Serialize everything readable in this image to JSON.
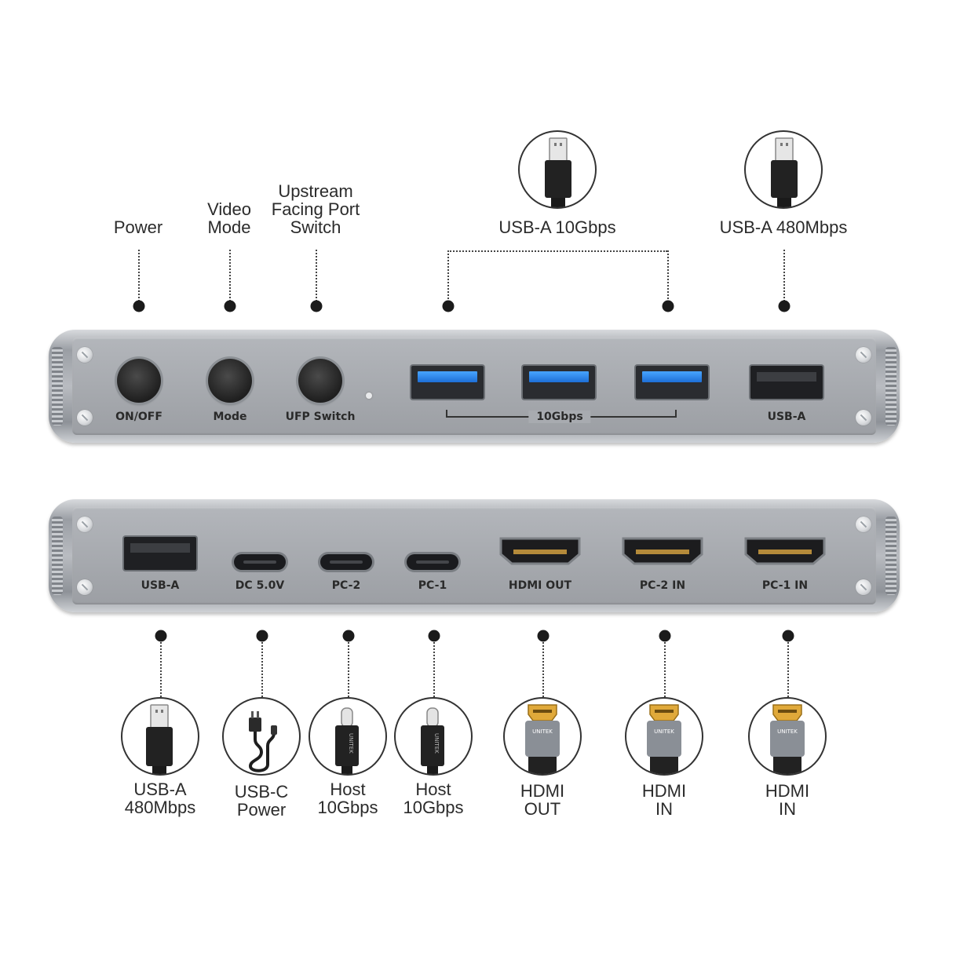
{
  "top_callouts": {
    "power": "Power",
    "video_mode": [
      "Video",
      "Mode"
    ],
    "ufp": [
      "Upstream",
      "Facing Port",
      "Switch"
    ],
    "usb_a_10gbps": "USB-A 10Gbps",
    "usb_a_480mbps": "USB-A 480Mbps"
  },
  "front_panel": {
    "on_off": "ON/OFF",
    "mode": "Mode",
    "ufp_switch": "UFP Switch",
    "gbps_group": "10Gbps",
    "usb_a": "USB-A"
  },
  "back_panel": {
    "usb_a": "USB-A",
    "dc": "DC 5.0V",
    "pc2": "PC-2",
    "pc1": "PC-1",
    "hdmi_out": "HDMI OUT",
    "pc2_in": "PC-2 IN",
    "pc1_in": "PC-1 IN"
  },
  "bottom_callouts": {
    "usb_a": [
      "USB-A",
      "480Mbps"
    ],
    "usb_c_power": [
      "USB-C",
      "Power"
    ],
    "host1": [
      "Host",
      "10Gbps"
    ],
    "host2": [
      "Host",
      "10Gbps"
    ],
    "hdmi_out": [
      "HDMI",
      "OUT"
    ],
    "hdmi_in1": [
      "HDMI",
      "IN"
    ],
    "hdmi_in2": [
      "HDMI",
      "IN"
    ]
  },
  "cable_brand": "UNITEK",
  "colors": {
    "usb3_blue": "#2f8cf0",
    "hdmi_gold": "#e0a93a",
    "aluminum": "#a5a8ad"
  }
}
